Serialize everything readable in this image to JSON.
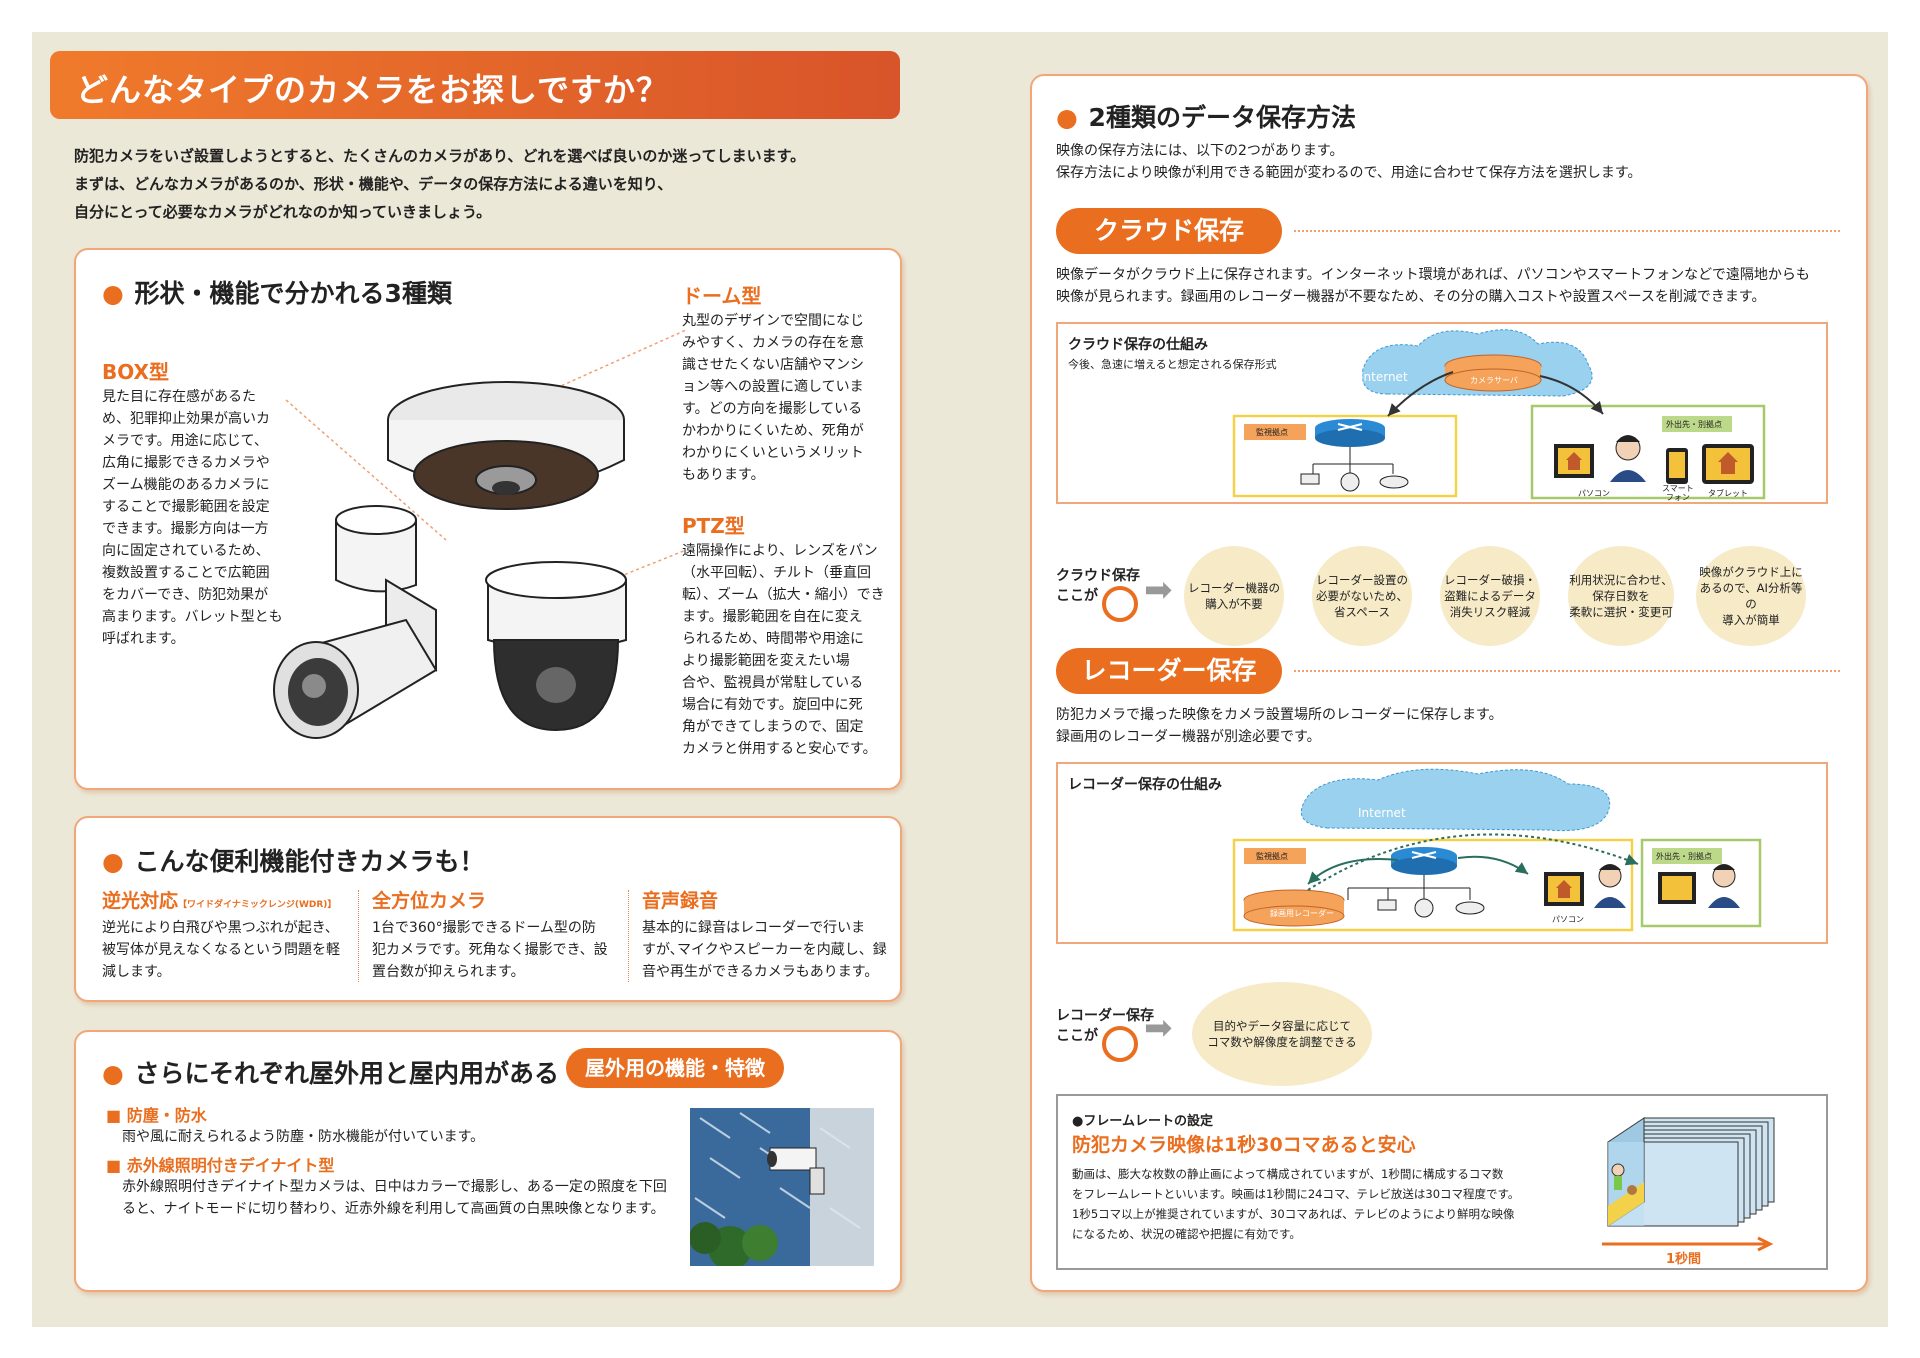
{
  "left": {
    "banner_title": "どんなタイプのカメラをお探しですか？",
    "intro": [
      "防犯カメラをいざ設置しようとすると、たくさんのカメラがあり、どれを選べば良いのか迷ってしまいます。",
      "まずは、どんなカメラがあるのか、形状・機能や、データの保存方法による違いを知り、",
      "自分にとって必要なカメラがどれなのか知っていきましょう。"
    ],
    "types_section": {
      "title": "形状・機能で分かれる3種類",
      "box": {
        "name": "BOX型",
        "lines": [
          "見た目に存在感があるた",
          "め、犯罪抑止効果が高いカ",
          "メラです。用途に応じて、",
          "広角に撮影できるカメラや",
          "ズーム機能のあるカメラに",
          "することで撮影範囲を設定",
          "できます。撮影方向は一方",
          "向に固定されているため、",
          "複数設置することで広範囲",
          "をカバーでき、防犯効果が",
          "高まります。バレット型とも",
          "呼ばれます。"
        ]
      },
      "dome": {
        "name": "ドーム型",
        "lines": [
          "丸型のデザインで空間になじ",
          "みやすく、カメラの存在を意",
          "識させたくない店舗やマンシ",
          "ョン等への設置に適していま",
          "す。どの方向を撮影している",
          "かわかりにくいため、死角が",
          "わかりにくいというメリット",
          "もあります。"
        ]
      },
      "ptz": {
        "name": "PTZ型",
        "lines": [
          "遠隔操作により、レンズをパン",
          "（水平回転）、チルト（垂直回",
          "転）、ズーム（拡大・縮小）でき",
          "ます。撮影範囲を自在に変え",
          "られるため、時間帯や用途に",
          "より撮影範囲を変えたい場",
          "合や、監視員が常駐している",
          "場合に有効です。旋回中に死",
          "角ができてしまうので、固定",
          "カメラと併用すると安心です。"
        ]
      }
    },
    "features_section": {
      "title": "こんな便利機能付きカメラも！",
      "items": [
        {
          "name": "逆光対応",
          "note": "【ワイドダイナミックレンジ(WDR)】",
          "lines": [
            "逆光により白飛びや黒つぶれが起き、",
            "被写体が見えなくなるという問題を軽",
            "減します。"
          ]
        },
        {
          "name": "全方位カメラ",
          "note": "",
          "lines": [
            "1台で360°撮影できるドーム型の防",
            "犯カメラです。死角なく撮影でき、設",
            "置台数が抑えられます。"
          ]
        },
        {
          "name": "音声録音",
          "note": "",
          "lines": [
            "基本的に録音はレコーダーで行いま",
            "すが､マイクやスピーカーを内蔵し、録",
            "音や再生ができるカメラもあります。"
          ]
        }
      ]
    },
    "outdoor_section": {
      "title": "さらにそれぞれ屋外用と屋内用がある",
      "tag": "屋外用の機能・特徴",
      "items": [
        {
          "name": "防塵・防水",
          "lines": [
            "雨や風に耐えられるよう防塵・防水機能が付いています。"
          ]
        },
        {
          "name": "赤外線照明付きデイナイト型",
          "lines": [
            "赤外線照明付きデイナイト型カメラは、日中はカラーで撮影し、ある一定の照度を下回",
            "ると、ナイトモードに切り替わり、近赤外線を利用して高画質の白黒映像となります。"
          ]
        }
      ]
    }
  },
  "right": {
    "title": "2種類のデータ保存方法",
    "intro": [
      "映像の保存方法には、以下の2つがあります。",
      "保存方法により映像が利用できる範囲が変わるので、用途に合わせて保存方法を選択します。"
    ],
    "cloud": {
      "label": "クラウド保存",
      "desc": [
        "映像データがクラウド上に保存されます。インターネット環境があれば、パソコンやスマートフォンなどで遠隔地からも",
        "映像が見られます。録画用のレコーダー機器が不要なため、その分の購入コストや設置スペースを削減できます。"
      ],
      "diagram_title": "クラウド保存の仕組み",
      "diagram_sub": "今後、急速に増えると想定される保存形式",
      "internet": "Internet",
      "server": "カメラサーバ",
      "site": "監視拠点",
      "remote": "外出先・別拠点",
      "devices": [
        "パソコン",
        "スマート\nフォン",
        "タブレット"
      ],
      "merit_label": [
        "クラウド保存",
        "ここが"
      ],
      "merits": [
        [
          "レコーダー機器の",
          "購入が不要"
        ],
        [
          "レコーダー設置の",
          "必要がないため、",
          "省スペース"
        ],
        [
          "レコーダー破損・",
          "盗難によるデータ",
          "消失リスク軽減"
        ],
        [
          "利用状況に合わせ、",
          "保存日数を",
          "柔軟に選択・変更可"
        ],
        [
          "映像がクラウド上に",
          "あるので、AI分析等の",
          "導入が簡単"
        ]
      ]
    },
    "recorder": {
      "label": "レコーダー保存",
      "desc": [
        "防犯カメラで撮った映像をカメラ設置場所のレコーダーに保存します。",
        "録画用のレコーダー機器が別途必要です。"
      ],
      "diagram_title": "レコーダー保存の仕組み",
      "internet": "Internet",
      "site": "監視拠点",
      "remote": "外出先・別拠点",
      "recorder_name": "録画用レコーダー",
      "pc": "パソコン",
      "merit_label": [
        "レコーダー保存",
        "ここが"
      ],
      "merit": [
        "目的やデータ容量に応じて",
        "コマ数や解像度を調整できる"
      ]
    },
    "frame": {
      "small_title": "●フレームレートの設定",
      "headline": "防犯カメラ映像は1秒30コマあると安心",
      "lines": [
        "動画は、膨大な枚数の静止画によって構成されていますが、1秒間に構成するコマ数",
        "をフレームレートといいます。映画は1秒間に24コマ、テレビ放送は30コマ程度です。",
        "1秒5コマ以上が推奨されていますが、30コマあれば、テレビのようにより鮮明な映像",
        "になるため、状況の確認や把握に有効です。"
      ],
      "one_second": "1秒間"
    }
  },
  "colors": {
    "accent": "#ea6e1f",
    "background": "#ece8d7",
    "yellow_box": "#f3d24a",
    "green_box": "#a8c96b"
  }
}
